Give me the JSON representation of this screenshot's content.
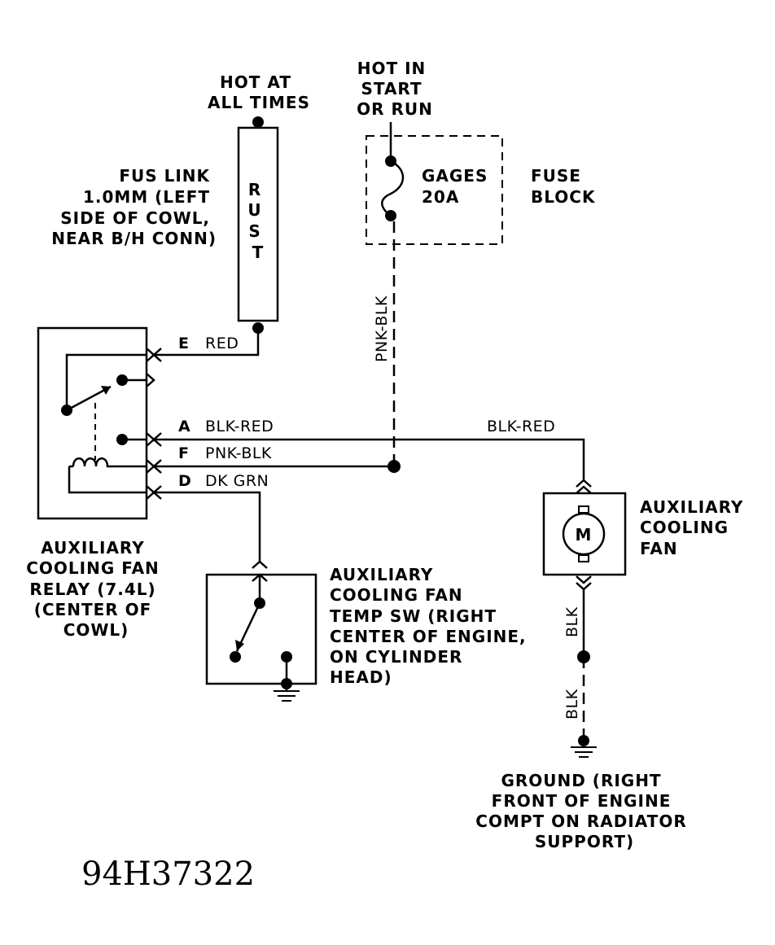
{
  "labels": {
    "hot_at_all_times": [
      "HOT AT",
      "ALL TIMES"
    ],
    "hot_in_start": [
      "HOT IN",
      "START",
      "OR RUN"
    ],
    "fus_link": [
      "FUS LINK",
      "1.0MM (LEFT",
      "SIDE OF COWL,",
      "NEAR B/H CONN)"
    ],
    "rust": [
      "R",
      "U",
      "S",
      "T"
    ],
    "gages": [
      "GAGES",
      "20A"
    ],
    "fuse_block": [
      "FUSE",
      "BLOCK"
    ],
    "relay": [
      "AUXILIARY",
      "COOLING FAN",
      "RELAY (7.4L)",
      "(CENTER OF",
      "COWL)"
    ],
    "temp_sw": [
      "AUXILIARY",
      "COOLING FAN",
      "TEMP SW (RIGHT",
      "CENTER OF ENGINE,",
      "ON CYLINDER",
      "HEAD)"
    ],
    "fan": [
      "AUXILIARY",
      "COOLING",
      "FAN"
    ],
    "motor": "M",
    "ground": [
      "GROUND (RIGHT",
      "FRONT OF ENGINE",
      "COMPT ON RADIATOR",
      "SUPPORT)"
    ],
    "diagram_code": "94H37322"
  },
  "pins": {
    "e": "E",
    "a": "A",
    "f": "F",
    "d": "D"
  },
  "wires": {
    "red": "RED",
    "blk_red_1": "BLK-RED",
    "blk_red_2": "BLK-RED",
    "pnk_blk_h": "PNK-BLK",
    "pnk_blk_v": "PNK-BLK",
    "dk_grn": "DK GRN",
    "blk_1": "BLK",
    "blk_2": "BLK"
  }
}
